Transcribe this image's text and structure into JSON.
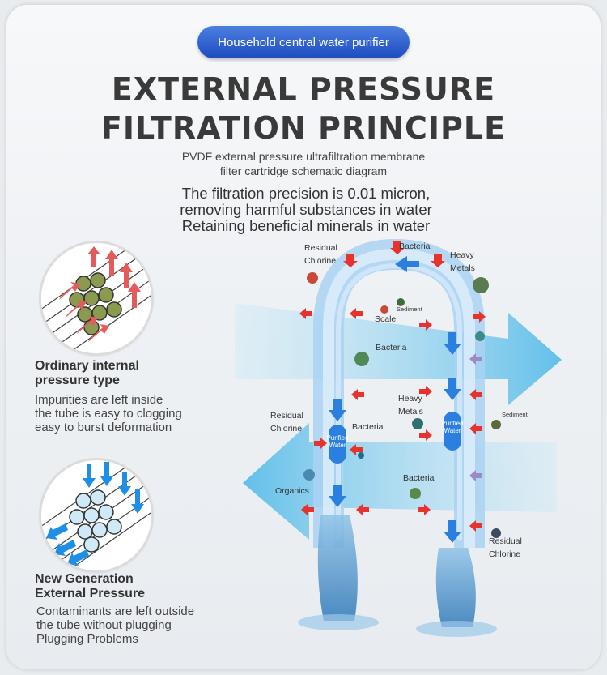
{
  "header": {
    "badge": "Household central water purifier",
    "title_line1": "EXTERNAL PRESSURE",
    "title_line2": "FILTRATION PRINCIPLE",
    "subtitle_line1": "PVDF external pressure ultrafiltration membrane",
    "subtitle_line2": "filter cartridge schematic diagram",
    "desc_line1": "The filtration precision is 0.01 micron,",
    "desc_line2": "removing harmful substances in water",
    "desc_line3": "Retaining beneficial minerals in water"
  },
  "left_panel": {
    "internal": {
      "title_line1": "Ordinary internal",
      "title_line2": "pressure type",
      "body_line1": "Impurities are left inside",
      "body_line2": "the tube is easy to clogging",
      "body_line3": "easy to burst deformation"
    },
    "external": {
      "title_line1": "New Generation",
      "title_line2": "External Pressure",
      "body_line1": "Contaminants are left outside",
      "body_line2": "the tube without plugging",
      "body_line3": "Plugging Problems"
    }
  },
  "diagram": {
    "residual_top": "Residual",
    "chlorine_top": "Chlorine",
    "bacteria_top": "Bacteria",
    "heavy_top": "Heavy",
    "metals_top": "Metals",
    "sediment_1": "Sediment",
    "scale": "Scale",
    "bacteria_mid": "Bacteria",
    "heavy_mid": "Heavy",
    "metals_mid": "Metals",
    "residual_left": "Residual",
    "chlorine_left": "Chlorine",
    "bacteria_inner": "Bacteria",
    "purified_a": "Purified",
    "water_a": "Water",
    "purified_b": "Purified",
    "water_b": "Water",
    "sediment_2": "Sediment",
    "organics": "Organics",
    "bacteria_low": "Bacteria",
    "residual_right": "Residual",
    "chlorine_right": "Chlorine"
  },
  "colors": {
    "badge": "#2a59c9",
    "title": "#3a3a3a",
    "flow": "#6ec6ec",
    "arrow_red": "#e8322e",
    "arrow_blue": "#1e7be0"
  }
}
